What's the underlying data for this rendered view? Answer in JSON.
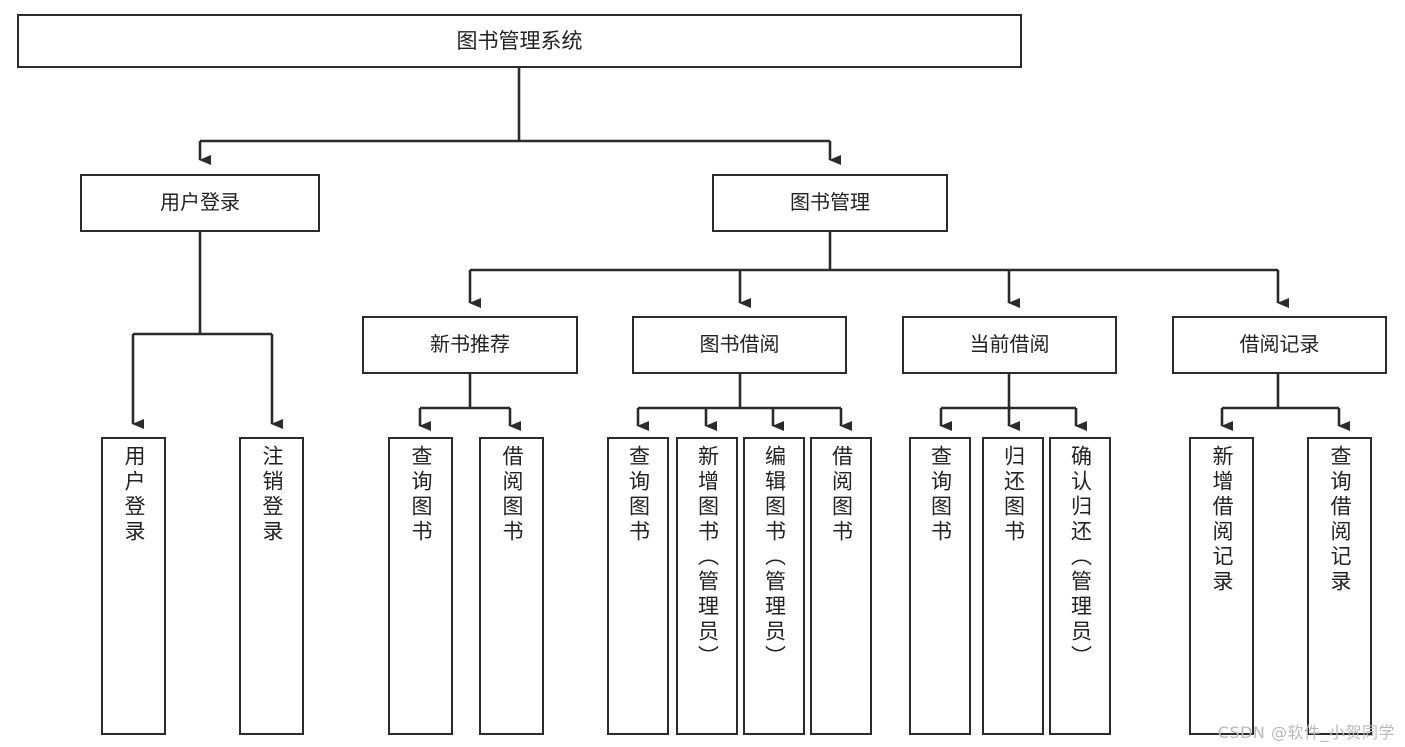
{
  "diagram": {
    "title": "图书管理系统",
    "type": "tree",
    "root": {
      "label": "图书管理系统"
    },
    "level1": [
      {
        "label": "用户登录"
      },
      {
        "label": "图书管理"
      }
    ],
    "level2": [
      {
        "label": "新书推荐"
      },
      {
        "label": "图书借阅"
      },
      {
        "label": "当前借阅"
      },
      {
        "label": "借阅记录"
      }
    ],
    "leaves": {
      "user_login": [
        {
          "label": "用户登录"
        },
        {
          "label": "注销登录"
        }
      ],
      "new_book_rec": [
        {
          "label": "查询图书"
        },
        {
          "label": "借阅图书"
        }
      ],
      "book_borrow": [
        {
          "label": "查询图书"
        },
        {
          "label": "新增图书（管理员）"
        },
        {
          "label": "编辑图书（管理员）"
        },
        {
          "label": "借阅图书"
        }
      ],
      "current_loan": [
        {
          "label": "查询图书"
        },
        {
          "label": "归还图书"
        },
        {
          "label": "确认归还（管理员）"
        }
      ],
      "loan_record": [
        {
          "label": "新增借阅记录"
        },
        {
          "label": "查询借阅记录"
        }
      ]
    },
    "watermark": "CSDN @软件_小贺同学",
    "colors": {
      "stroke": "#2b2b2b",
      "fill": "#ffffff",
      "text": "#222222",
      "watermark": "#b9b9b9"
    }
  }
}
